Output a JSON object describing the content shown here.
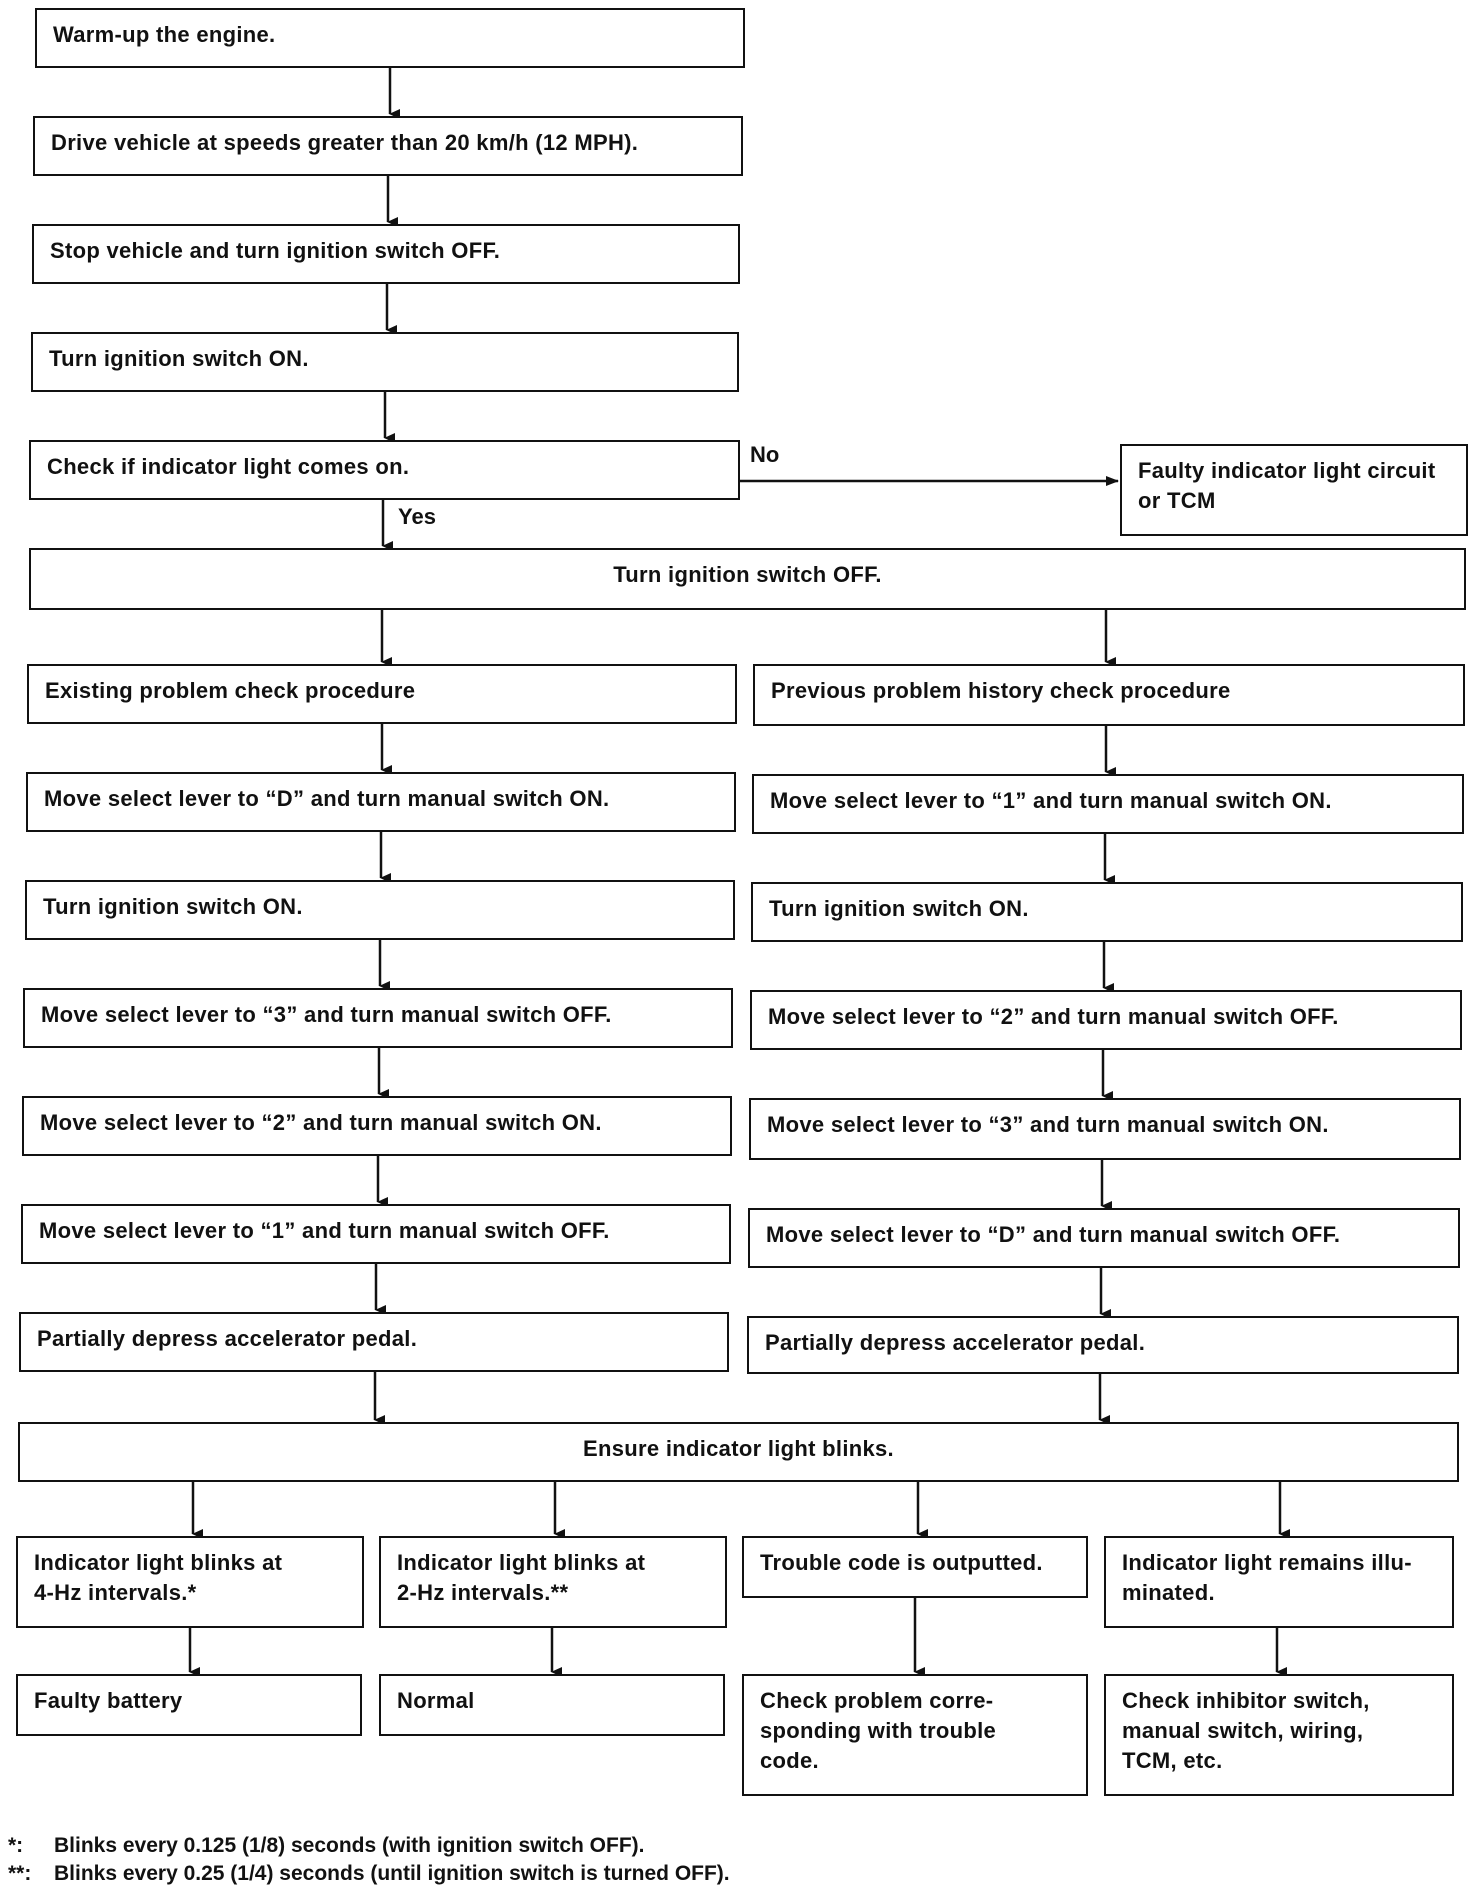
{
  "steps": {
    "warmup": "Warm-up the engine.",
    "drive": "Drive vehicle at speeds greater than 20 km/h (12 MPH).",
    "stop": "Stop vehicle and turn ignition switch OFF.",
    "ign_on": "Turn ignition switch ON.",
    "check_light": "Check if indicator light comes on.",
    "faulty_circuit": "Faulty indicator light circuit\nor TCM",
    "ign_off": "Turn ignition switch OFF.",
    "ensure_blink": "Ensure indicator light blinks."
  },
  "labels": {
    "no": "No",
    "yes": "Yes"
  },
  "left_column": [
    "Existing problem check procedure",
    "Move select lever to “D” and turn manual switch ON.",
    "Turn ignition switch ON.",
    "Move select lever to “3” and turn manual switch OFF.",
    "Move select lever to “2” and turn manual switch ON.",
    "Move select lever to “1” and turn manual switch OFF.",
    "Partially depress accelerator pedal."
  ],
  "right_column": [
    "Previous problem history check procedure",
    "Move select lever to “1” and turn manual switch ON.",
    "Turn ignition switch ON.",
    "Move select lever to “2” and turn manual switch OFF.",
    "Move select lever to “3” and turn manual switch ON.",
    "Move select lever to “D” and turn manual switch OFF.",
    "Partially depress accelerator pedal."
  ],
  "outcomes": [
    {
      "condition": "Indicator light blinks at\n4-Hz intervals.*",
      "result": "Faulty battery"
    },
    {
      "condition": "Indicator light blinks at\n2-Hz intervals.**",
      "result": "Normal"
    },
    {
      "condition": "Trouble code is outputted.",
      "result": "Check problem corre-\nsponding with trouble\ncode."
    },
    {
      "condition": "Indicator light remains illu-\nminated.",
      "result": "Check inhibitor switch,\nmanual switch, wiring,\nTCM, etc."
    }
  ],
  "footnotes": [
    {
      "mark": "*:",
      "text": "Blinks every 0.125 (1/8) seconds (with ignition switch OFF)."
    },
    {
      "mark": "**:",
      "text": "Blinks every 0.25 (1/4) seconds (until ignition switch is turned OFF)."
    }
  ]
}
